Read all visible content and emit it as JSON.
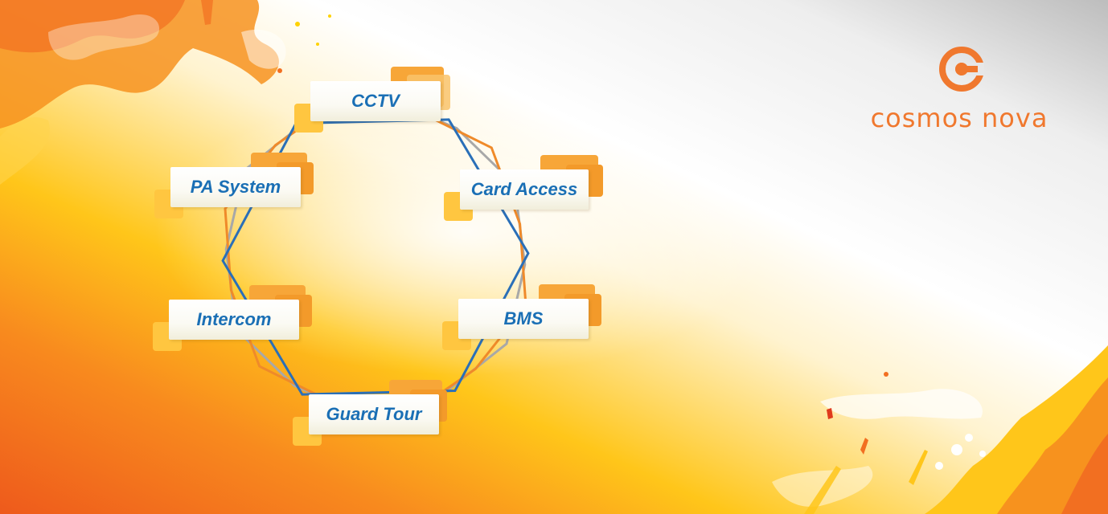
{
  "colors": {
    "orange": "#f0782e",
    "yellow": "#ffc61a",
    "blue_text": "#1a6fb5",
    "line_blue": "#2a6fb8",
    "line_orange": "#ef8a2a",
    "line_gray": "#a8a8a8"
  },
  "diagram": {
    "nodes": [
      {
        "id": "cctv",
        "label": "CCTV"
      },
      {
        "id": "card-access",
        "label": "Card Access"
      },
      {
        "id": "bms",
        "label": "BMS"
      },
      {
        "id": "guard-tour",
        "label": "Guard Tour"
      },
      {
        "id": "intercom",
        "label": "Intercom"
      },
      {
        "id": "pa-system",
        "label": "PA System"
      }
    ]
  },
  "logo": {
    "name": "cosmos nova",
    "icon": "cosmos-nova-c-icon"
  }
}
